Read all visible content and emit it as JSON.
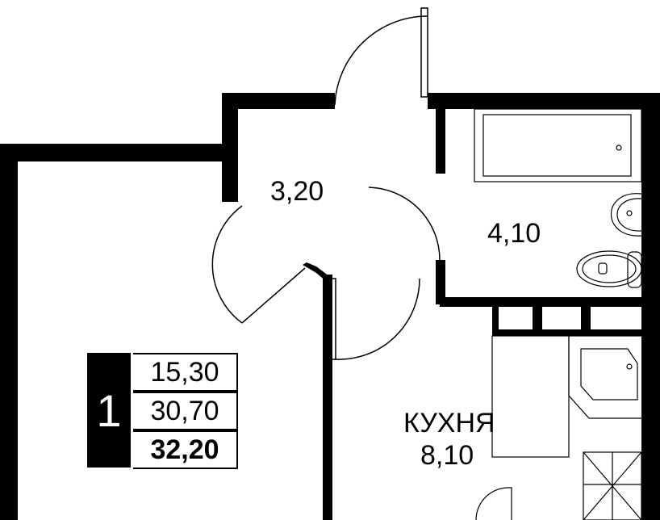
{
  "rooms": {
    "hall_area": "3,20",
    "bathroom_area": "4,10",
    "kitchen_name": "КУХНЯ",
    "kitchen_area": "8,10"
  },
  "summary": {
    "rooms_count": "1",
    "living_area": "15,30",
    "area_without_balcony": "30,70",
    "total_area": "32,20"
  }
}
